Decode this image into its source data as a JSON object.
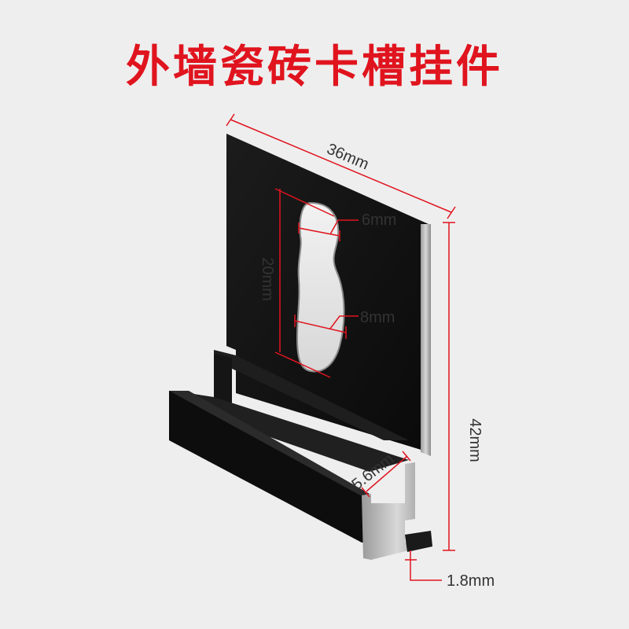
{
  "title": "外墙瓷砖卡槽挂件",
  "dimensions": {
    "width": "36mm",
    "height": "42mm",
    "slot_length": "20mm",
    "slot_top_width": "6mm",
    "slot_bottom_width": "8mm",
    "channel_width": "5.6mm",
    "thickness": "1.8mm"
  },
  "colors": {
    "title": "#e0141e",
    "dimension_line": "#e0141e",
    "dimension_text": "#333333",
    "part": "#111111",
    "background": "#eeeeee"
  }
}
